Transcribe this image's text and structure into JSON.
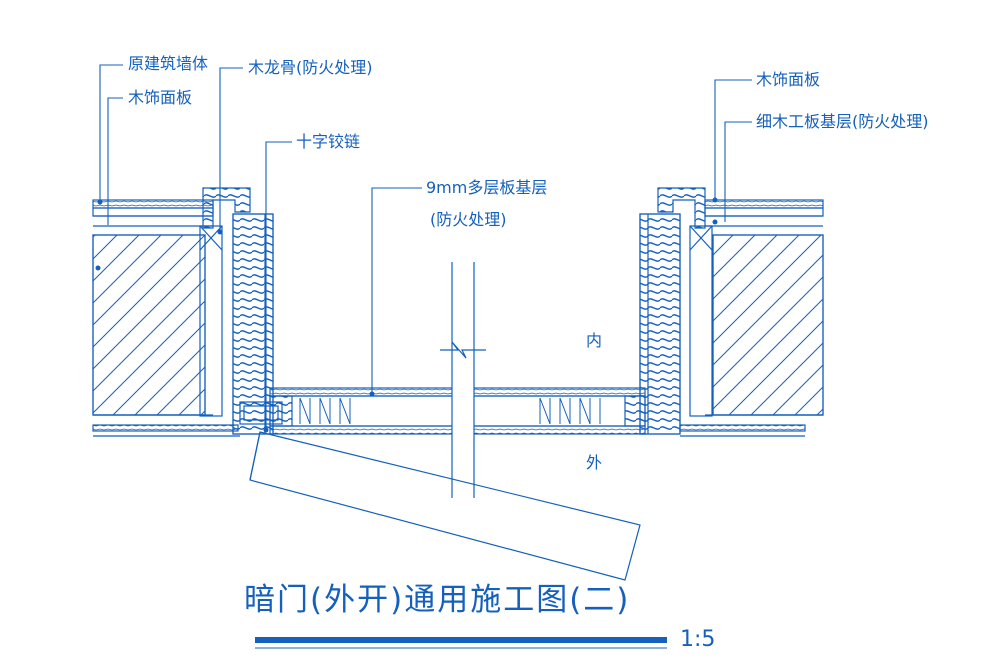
{
  "labels": {
    "original_wall": "原建筑墙体",
    "wood_keel": "木龙骨(防火处理)",
    "wood_panel_left": "木饰面板",
    "cross_hinge": "十字铰链",
    "plywood_base_line1": "9mm多层板基层",
    "plywood_base_line2": "(防火处理)",
    "wood_panel_right": "木饰面板",
    "blockboard_base": "细木工板基层(防火处理)",
    "inside": "内",
    "outside": "外"
  },
  "title": "暗门(外开)通用施工图(二)",
  "scale": "1:5",
  "colors": {
    "line": "#1560bd",
    "background": "#ffffff"
  }
}
